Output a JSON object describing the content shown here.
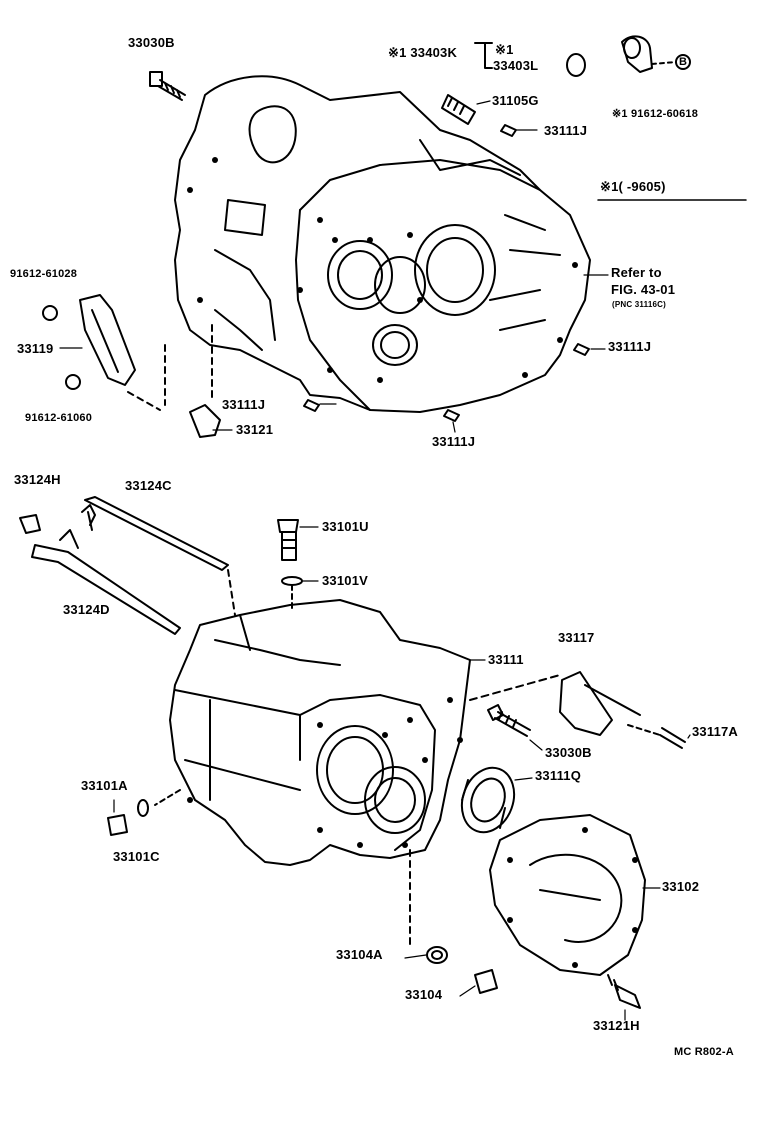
{
  "labels": {
    "p33030B_top": "33030B",
    "p33403K": "※1 33403K",
    "p33403L_mark": "※1",
    "p33403L": "33403L",
    "p31105G": "31105G",
    "p91612_60618": "※1 91612-60618",
    "bolt_b_letter": "B",
    "p33111J_a": "33111J",
    "note_header": "※1(      -9605)",
    "refer_to": "Refer to",
    "fig_ref": "FIG. 43-01",
    "pnc_ref": "(PNC 31116C)",
    "p91612_61028": "91612-61028",
    "p33119": "33119",
    "p91612_61060": "91612-61060",
    "p33111J_b": "33111J",
    "p33111J_c": "33111J",
    "p33121": "33121",
    "p33111J_d": "33111J",
    "p33124H": "33124H",
    "p33124C": "33124C",
    "p33124D": "33124D",
    "p33101U": "33101U",
    "p33101V": "33101V",
    "p33111": "33111",
    "p33117": "33117",
    "p33117A": "33117A",
    "p33030B_bottom": "33030B",
    "p33111Q": "33111Q",
    "p33101A": "33101A",
    "p33101C": "33101C",
    "p33102": "33102",
    "p33104A": "33104A",
    "p33104": "33104",
    "p33121H": "33121H",
    "diagram_code": "MC R802-A"
  },
  "colors": {
    "ink": "#000000",
    "paper": "#ffffff"
  }
}
